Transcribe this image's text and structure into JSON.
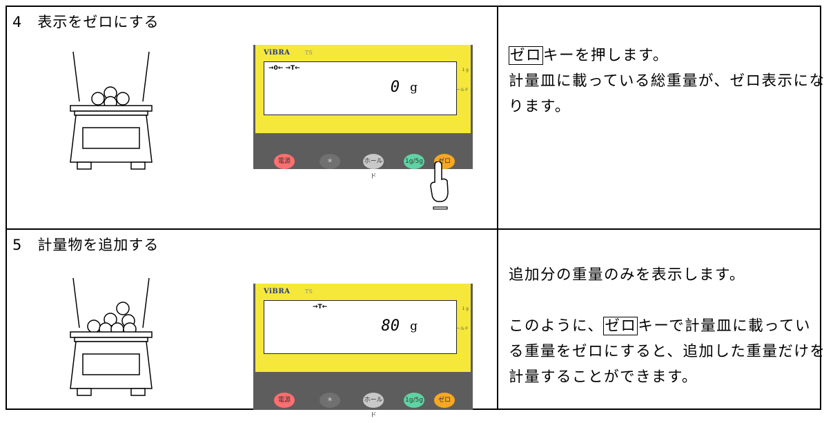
{
  "steps": [
    {
      "title": "4　表示をゼロにする",
      "description": {
        "line1_key": "ゼロ",
        "line1_rest": "キーを押します。",
        "line2": "計量皿に載っている総重量が、ゼロ表示になります。"
      },
      "display": {
        "brand": "ViBRA",
        "model": "TS",
        "annunciator": "→0← →T←",
        "value": "0",
        "unit": "g",
        "side_top": "1 g",
        "side_mid": "ホールド"
      }
    },
    {
      "title": "5　計量物を追加する",
      "description": {
        "line1": "追加分の重量のみを表示します。",
        "line2_pre": "このように、",
        "line2_key": "ゼロ",
        "line2_rest": "キーで計量皿に載っている重量をゼロにすると、追加した重量だけを計量することができます。"
      },
      "display": {
        "brand": "ViBRA",
        "model": "TS",
        "annunciator": "→T←",
        "value": "80",
        "unit": "g",
        "side_top": "1 g",
        "side_mid": "ホールド"
      }
    }
  ],
  "keys": [
    {
      "label": "電源",
      "color": "#ff6f6f"
    },
    {
      "label": "＊",
      "color": "#7a7a7a"
    },
    {
      "label": "ホールド",
      "color": "#c8c8c8"
    },
    {
      "label": "1g/5g",
      "color": "#5fd3a3"
    },
    {
      "label": "ゼロ",
      "color": "#f7a823"
    }
  ]
}
